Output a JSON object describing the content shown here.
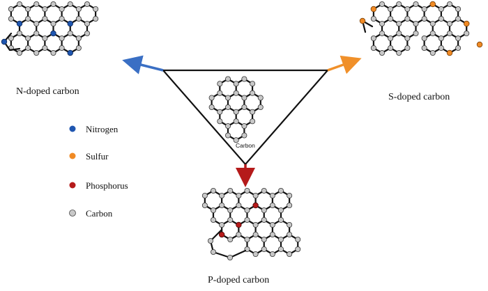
{
  "labels": {
    "n_doped": "N-doped carbon",
    "s_doped": "S-doped carbon",
    "p_doped": "P-doped carbon",
    "center": "Carbon"
  },
  "legend": [
    {
      "label": "Nitrogen",
      "color": "#1f56b0"
    },
    {
      "label": "Sulfur",
      "color": "#f08a24"
    },
    {
      "label": "Phosphorus",
      "color": "#b51a1a"
    },
    {
      "label": "Carbon",
      "color": "#c8c8c8"
    }
  ],
  "colors": {
    "nitrogen": "#1f56b0",
    "sulfur": "#f08a24",
    "phosphorus": "#b51a1a",
    "carbon": "#c8c8c8",
    "arrow_n": "#3a6fc4",
    "arrow_s": "#f0902a",
    "arrow_p": "#b51a1a"
  }
}
